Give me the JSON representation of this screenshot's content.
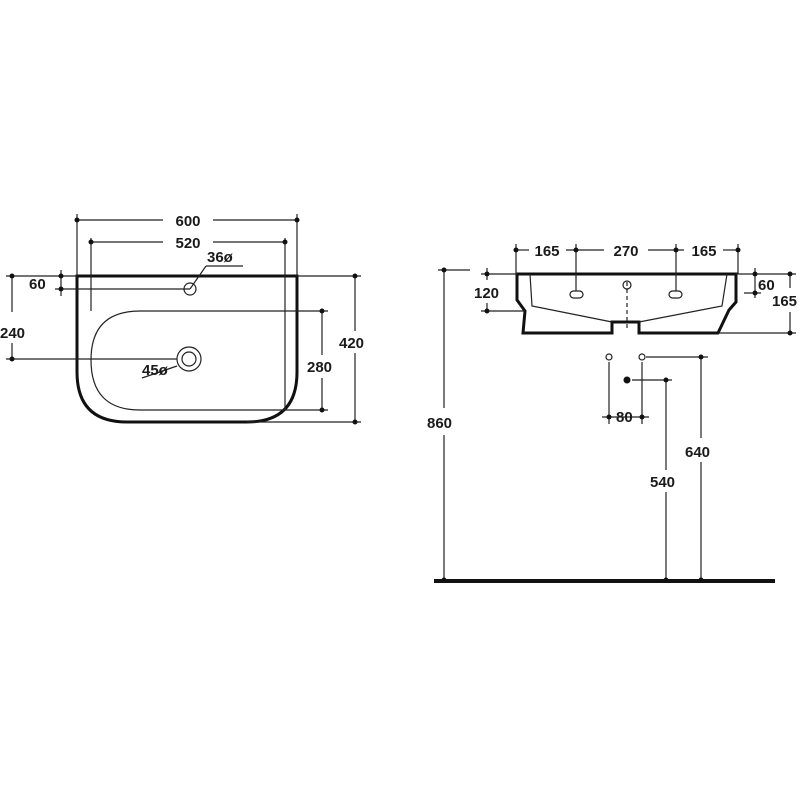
{
  "top_view": {
    "width_overall": "600",
    "width_bowl": "520",
    "tap_hole_diameter": "36ø",
    "tap_hole_offset": "60",
    "waste_depth_from_back": "240",
    "bowl_depth": "280",
    "overall_depth": "420",
    "waste_diameter": "45ø"
  },
  "front_view": {
    "left_segment": "165",
    "middle_segment": "270",
    "right_segment": "165",
    "front_height": "120",
    "rim_height": "60",
    "total_height": "165",
    "rim_to_floor": "860",
    "pipe_spacing": "80",
    "waste_outlet_height": "540",
    "supply_height": "640"
  },
  "colors": {
    "line": "#111111",
    "background": "#ffffff"
  }
}
